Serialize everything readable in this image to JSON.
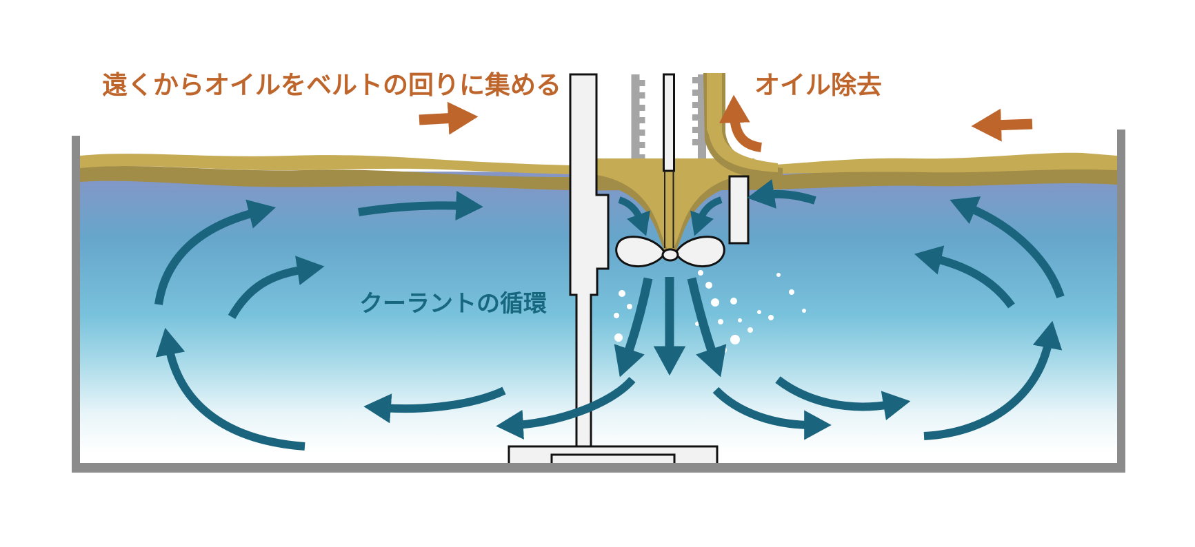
{
  "labels": {
    "collect_oil": "遠くからオイルをベルトの回りに集める",
    "oil_removal": "オイル除去",
    "coolant_circulation": "クーラントの循環"
  },
  "colors": {
    "oil_text_and_arrows": "#BE652C",
    "flow_arrows": "#1A647E",
    "coolant_label": "#17677E",
    "oil_light": "#C6AB55",
    "oil_dark": "#A18C48",
    "tank_wall": "#8B8B8B",
    "belt_gray": "#A5A5A5",
    "machine_fill": "#F2F2F2",
    "water_top": "#8B93C5",
    "water_mid": "#79C2DC",
    "water_bottom": "#FFFFFF",
    "bubbles": "#FFFFFF"
  }
}
